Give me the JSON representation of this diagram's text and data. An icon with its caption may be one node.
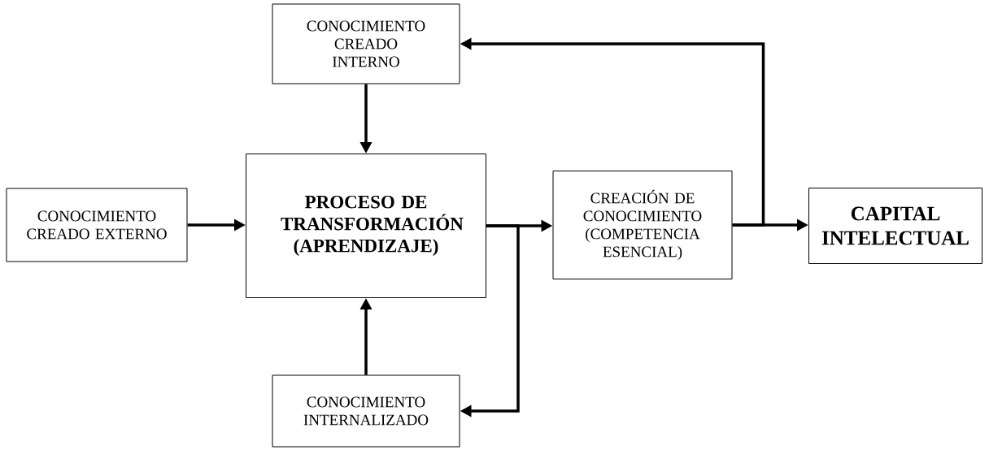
{
  "diagram": {
    "nodes": [
      {
        "text": [
          "CONOCIMIENTO CREADO INTERNO"
        ]
      },
      {
        "text": [
          "CONOCIMIENTO CREADO EXTERNO"
        ]
      },
      {
        "text": [
          "PROCESO DE TRANSFORMACIÓN (APRENDIZAJE)"
        ]
      },
      {
        "text": [
          "CREACIÓN DE CONOCIMIENTO (COMPETENCIA ESENCIAL)"
        ]
      },
      {
        "text": [
          "CAPITAL INTELECTUAL"
        ]
      },
      {
        "text": [
          "CONOCIMIENTO INTERNALIZADO"
        ]
      }
    ],
    "edges": [
      {
        "from": 0,
        "to": 2,
        "arrow": "to"
      },
      {
        "from": 1,
        "to": 2,
        "arrow": "to"
      },
      {
        "from": 2,
        "to": 3,
        "arrow": "to"
      },
      {
        "from": 2,
        "to": 5,
        "arrow": "to"
      },
      {
        "from": 5,
        "to": 2,
        "arrow": "to"
      },
      {
        "from": 3,
        "to": 4,
        "arrow": "to"
      },
      {
        "from": 3,
        "to": 0,
        "arrow": "to"
      }
    ]
  }
}
